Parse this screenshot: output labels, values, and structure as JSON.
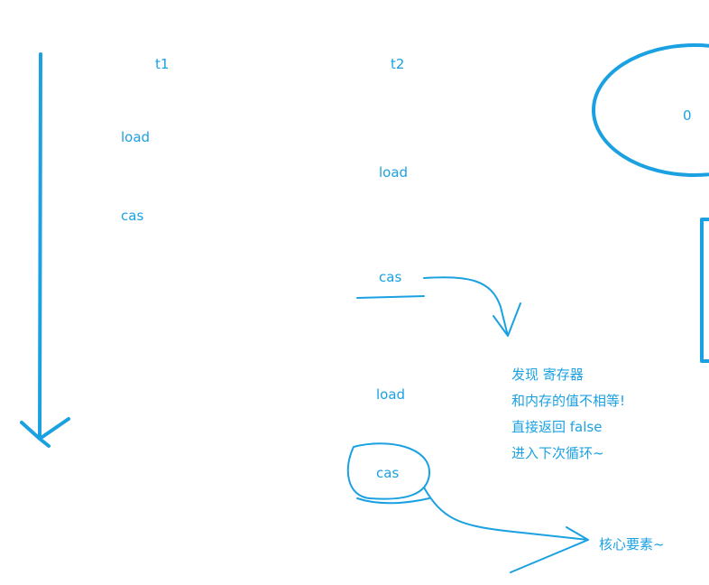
{
  "colors": {
    "ink": "#1ba1e2"
  },
  "threads": {
    "t1": "t1",
    "t2": "t2"
  },
  "memory_value": "0",
  "t1_steps": [
    "load",
    "cas"
  ],
  "t2_steps": [
    "load",
    "cas",
    "load",
    "cas"
  ],
  "note_lines": [
    "发现 寄存器",
    "和内存的值不相等!",
    "直接返回 false",
    "进入下次循环~"
  ],
  "core_label": "核心要素~"
}
